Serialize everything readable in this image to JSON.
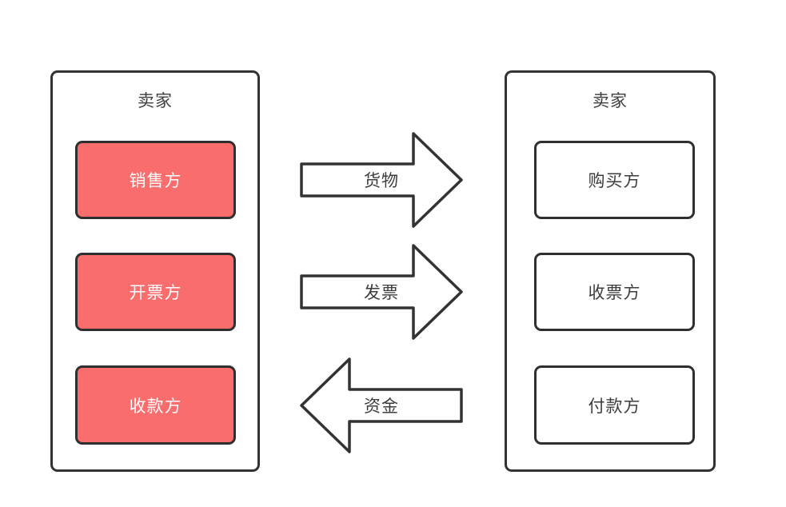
{
  "colors": {
    "stroke": "#333333",
    "red_box_fill": "#f96d6d",
    "red_box_text": "#ffffff",
    "text": "#3d3d3d",
    "background": "#ffffff"
  },
  "left_group": {
    "title": "卖家",
    "items": [
      {
        "label": "销售方"
      },
      {
        "label": "开票方"
      },
      {
        "label": "收款方"
      }
    ]
  },
  "right_group": {
    "title": "卖家",
    "items": [
      {
        "label": "购买方"
      },
      {
        "label": "收票方"
      },
      {
        "label": "付款方"
      }
    ]
  },
  "arrows": [
    {
      "label": "货物",
      "direction": "right"
    },
    {
      "label": "发票",
      "direction": "right"
    },
    {
      "label": "资金",
      "direction": "left"
    }
  ]
}
